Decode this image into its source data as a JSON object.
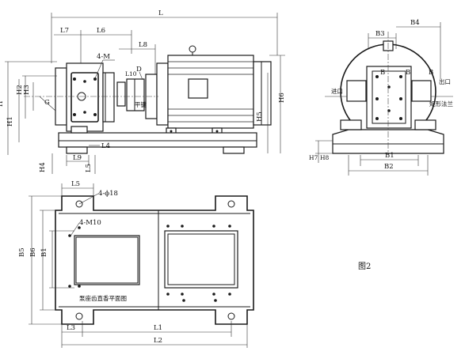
{
  "labels": {
    "L": "L",
    "L7": "L7",
    "L6": "L6",
    "L8": "L8",
    "L10": "L10",
    "M": "4-M",
    "D": "D",
    "key": "平键",
    "H": "H",
    "H1": "H1",
    "H2": "H2",
    "H3": "H3",
    "G": "G",
    "H4": "H4",
    "H5": "H5",
    "H6": "H6",
    "L4": "L4",
    "L9": "L9",
    "L5_side": "L5",
    "B3": "B3",
    "B4": "B4",
    "B_left": "B",
    "B_mid": "B",
    "B_right": "B",
    "inlet": "进口",
    "outlet": "出口",
    "flange": "矩形法兰",
    "H7": "H7",
    "H8": "H8",
    "B1": "B1",
    "B2": "B2",
    "L5_plan": "L5",
    "holes18": "4-ϕ18",
    "M10": "4-M10",
    "B5": "B5",
    "B6": "B6",
    "B1_plan": "B1",
    "mount": "泵座齿直香平面图",
    "L3": "L3",
    "L1": "L1",
    "L2": "L2",
    "figure": "图2"
  }
}
